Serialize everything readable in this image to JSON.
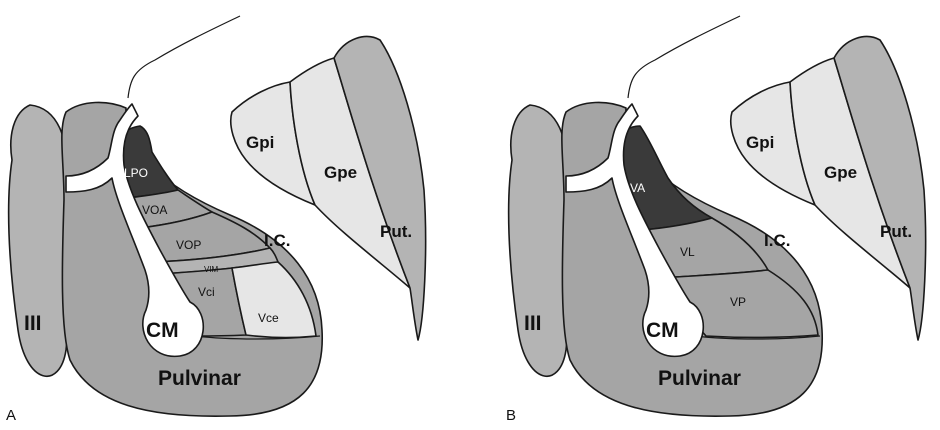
{
  "colors": {
    "light": "#e6e6e6",
    "medium": "#b4b4b4",
    "mid": "#a5a5a5",
    "dark": "#3a3a3a",
    "white": "#ffffff",
    "line": "#1a1a1a"
  },
  "panel_a": {
    "letter": "A",
    "labels": {
      "iii": "III",
      "lpo": "LPO",
      "voa": "VOA",
      "vop": "VOP",
      "vim": "VIM",
      "vci": "Vci",
      "vce": "Vce",
      "cm": "CM",
      "pulvinar": "Pulvinar",
      "ic": "I.C.",
      "gpi": "Gpi",
      "gpe": "Gpe",
      "put": "Put."
    }
  },
  "panel_b": {
    "letter": "B",
    "labels": {
      "iii": "III",
      "va": "VA",
      "vl": "VL",
      "vp": "VP",
      "cm": "CM",
      "pulvinar": "Pulvinar",
      "ic": "I.C.",
      "gpi": "Gpi",
      "gpe": "Gpe",
      "put": "Put."
    }
  }
}
